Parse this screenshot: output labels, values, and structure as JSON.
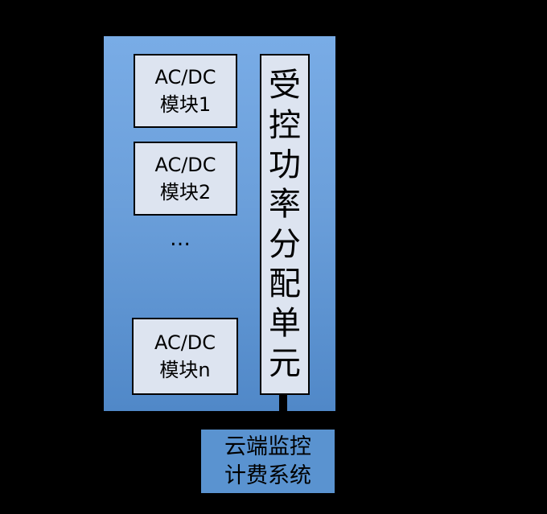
{
  "cabinet": {
    "modules": [
      {
        "line1": "AC/DC",
        "line2": "模块1"
      },
      {
        "line1": "AC/DC",
        "line2": "模块2"
      },
      {
        "line1": "AC/DC",
        "line2": "模块n"
      }
    ],
    "ellipsis": "…",
    "pdu": {
      "chars": [
        "受",
        "控",
        "功",
        "率",
        "分",
        "配",
        "单",
        "元"
      ]
    }
  },
  "cloud_system": {
    "line1": "云端监控",
    "line2": "计费系统"
  },
  "colors": {
    "background": "#000000",
    "cabinet_fill": "#6b9fda",
    "module_fill": "#dde4f0",
    "cloud_fill": "#5a93d0"
  }
}
